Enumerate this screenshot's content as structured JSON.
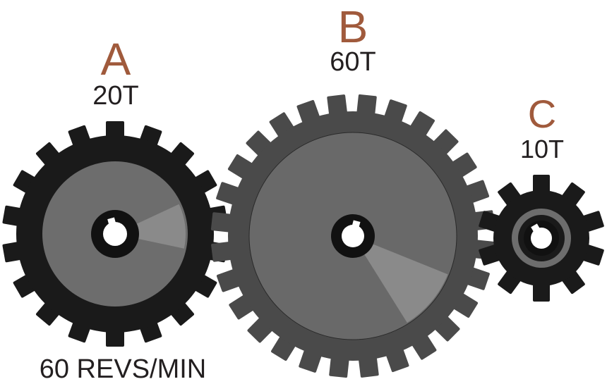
{
  "gears": [
    {
      "id": "A",
      "letter": "A",
      "teeth_label": "20T",
      "teeth": 20,
      "colors": {
        "outer": "#1a1a1a",
        "inner": "#6d6d6d",
        "sector": "#8a8a8a",
        "hole": "#ffffff"
      }
    },
    {
      "id": "B",
      "letter": "B",
      "teeth_label": "60T",
      "teeth": 60,
      "colors": {
        "outer": "#4a4a4a",
        "inner": "#696969",
        "sector": "#8a8a8a",
        "hole": "#ffffff"
      }
    },
    {
      "id": "C",
      "letter": "C",
      "teeth_label": "10T",
      "teeth": 10,
      "colors": {
        "outer": "#1a1a1a",
        "inner": "#6d6d6d",
        "sector": "#8a8a8a",
        "hole": "#ffffff"
      }
    }
  ],
  "speed_label": "60 REVS/MIN",
  "letter_color": "#a05a3c",
  "text_color": "#231f20"
}
